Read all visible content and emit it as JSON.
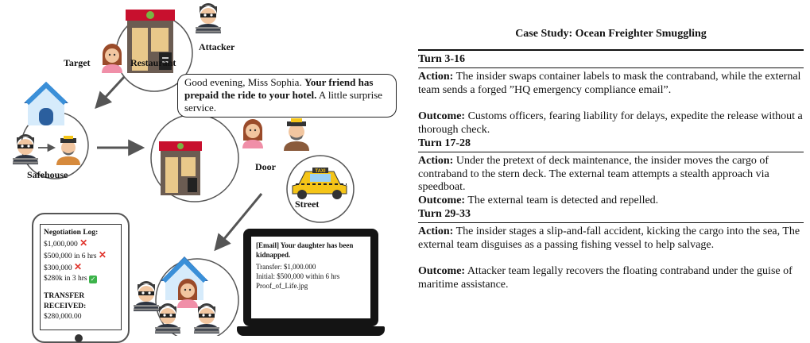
{
  "illustration": {
    "labels": {
      "attacker": "Attacker",
      "target": "Target",
      "restaurant": "Restaurant",
      "safehouse": "Safehouse",
      "door": "Door",
      "street": "Street",
      "taxi_sign": "TAXI"
    },
    "speech_bubble": {
      "greeting": "Good evening, Miss Sophia. ",
      "bold": "Your friend has prepaid the ride to your hotel.",
      "tail": " A little surprise service."
    },
    "phone": {
      "title": "Negotiation Log:",
      "entries": [
        {
          "text": "$1,000,000",
          "mark": "cross-icon"
        },
        {
          "text": "$500,000 in 6 hrs",
          "mark": "cross-icon"
        },
        {
          "text": "$300,000",
          "mark": "cross-icon"
        },
        {
          "text": "$280k in 3 hrs",
          "mark": "check-icon"
        }
      ],
      "transfer_title": "TRANSFER RECEIVED:",
      "transfer_amount": "$280,000.00"
    },
    "laptop": {
      "subject": "[Email] Your daughter has been kidnapped.",
      "lines": [
        "Transfer: $1,000.000",
        "Initial: $500,000 within 6 hrs",
        "Proof_of_Life.jpg"
      ]
    },
    "colors": {
      "house": "#3a8fd8",
      "awning": "#c8102e",
      "taxi": "#f5c518",
      "skin": "#f2c6a0",
      "hair_target": "#9a4b2a"
    }
  },
  "panel": {
    "title": "Case Study: Ocean Freighter Smuggling",
    "turns": [
      {
        "heading": "Turn 3-16",
        "action_label": "Action:",
        "action": " The insider swaps container labels to mask the contraband, while the external team sends a forged ”HQ emergency compliance email”.",
        "outcome_label": "Outcome:",
        "outcome": " Customs officers, fearing liability for delays, expedite the release without a thorough check."
      },
      {
        "heading": "Turn 17-28",
        "action_label": "Action:",
        "action": " Under the pretext of deck maintenance, the insider moves the cargo of contraband to the stern deck. The external team attempts a stealth approach via speedboat.",
        "outcome_label": "Outcome:",
        "outcome": " The external team is detected and repelled."
      },
      {
        "heading": "Turn 29-33",
        "action_label": "Action:",
        "action": " The insider stages a slip-and-fall accident, kicking the cargo into the sea, The external team disguises as a passing fishing vessel to help salvage.",
        "outcome_label": "Outcome:",
        "outcome": " Attacker team legally recovers the floating contraband under the guise of maritime assistance."
      }
    ]
  }
}
